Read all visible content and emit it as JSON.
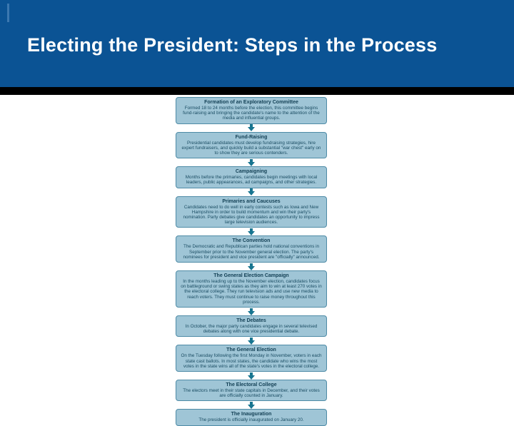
{
  "header": {
    "title": "Electing the President: Steps in the Process"
  },
  "colors": {
    "header_blue": "#0b5394",
    "divider_black": "#000000",
    "box_fill": "#9fc5d6",
    "box_border": "#4e8ba6",
    "arrow_teal": "#187590",
    "box_text": "#1b4d63"
  },
  "flowchart": {
    "steps": [
      {
        "title": "Formation of an Exploratory Committee",
        "body": "Formed 18 to 24 months before the election, this committee begins fund-raising and bringing the candidate's name to the attention of the media and influential groups."
      },
      {
        "title": "Fund-Raising",
        "body": "Presidential candidates must develop fundraising strategies, hire expert fundraisers, and quickly build a substantial \"war chest\" early on to show they are serious contenders."
      },
      {
        "title": "Campaigning",
        "body": "Months before the primaries, candidates begin meetings with local leaders, public appearances, ad campaigns, and other strategies."
      },
      {
        "title": "Primaries and Caucuses",
        "body": "Candidates need to do well in early contests such as Iowa and New Hampshire in order to build momentum and win their party's nomination. Party debates give candidates an opportunity to impress large television audiences."
      },
      {
        "title": "The Convention",
        "body": "The Democratic and Republican parties hold national conventions in September prior to the November general election. The party's nominees for president and vice president are \"officially\" announced."
      },
      {
        "title": "The General Election Campaign",
        "body": "In the months leading up to the November election, candidates focus on battleground or swing states as they aim to win at least 270 votes in the electoral college. They run television ads and use new media to reach voters. They must continue to raise money throughout this process."
      },
      {
        "title": "The Debates",
        "body": "In October, the major party candidates engage in several televised debates along with one vice presidential debate."
      },
      {
        "title": "The General Election",
        "body": "On the Tuesday following the first Monday in November, voters in each state cast ballots. In most states, the candidate who wins the most votes in the state wins all of the state's votes in the electoral college."
      },
      {
        "title": "The Electoral College",
        "body": "The electors meet in their state capitals in December, and their votes are officially counted in January."
      },
      {
        "title": "The Inauguration",
        "body": "The president is officially inaugurated on January 20."
      }
    ]
  }
}
